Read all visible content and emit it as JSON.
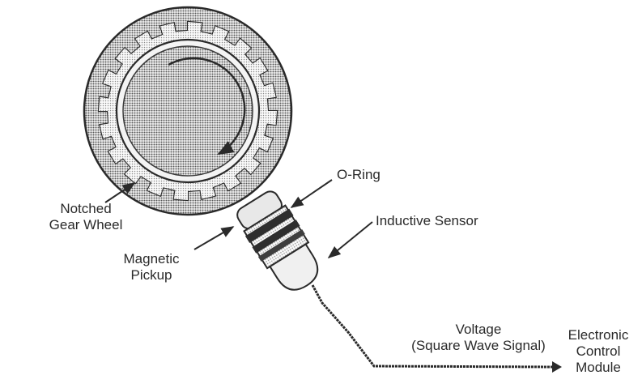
{
  "labels": {
    "notched_gear_wheel": [
      "Notched",
      "Gear Wheel"
    ],
    "o_ring": "O-Ring",
    "inductive_sensor": "Inductive Sensor",
    "magnetic_pickup": [
      "Magnetic",
      "Pickup"
    ],
    "voltage": [
      "Voltage",
      "(Square Wave Signal)"
    ],
    "ecm": [
      "Electronic",
      "Control",
      "Module"
    ]
  },
  "colors": {
    "ink": "#2a2a2a",
    "gear_fill": "#8c8c8c",
    "hub_fill": "#9a9a9a",
    "sensor_fill": "#d8d8d8"
  }
}
